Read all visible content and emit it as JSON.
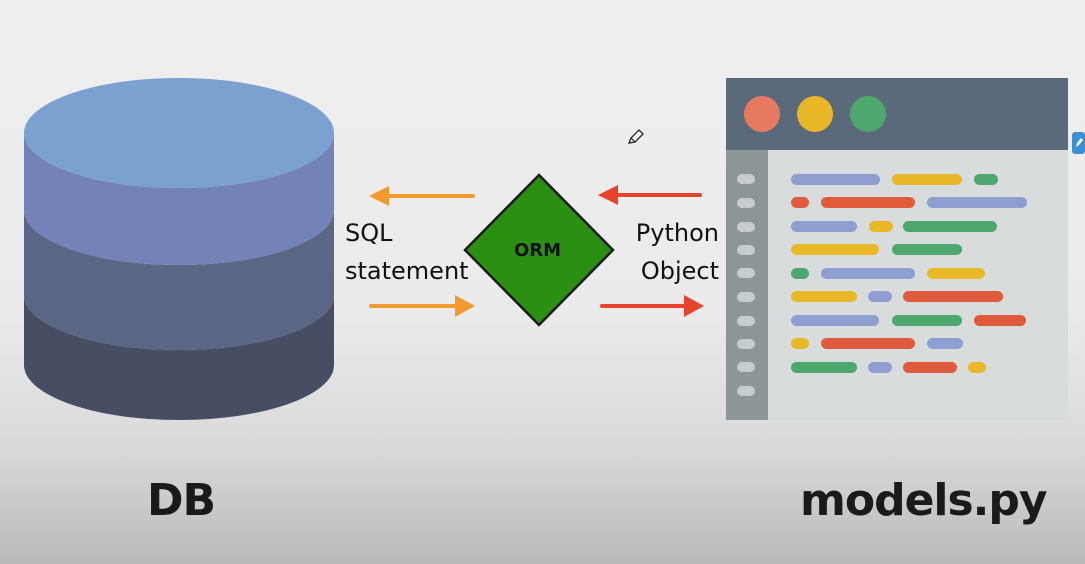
{
  "db": {
    "label": "DB",
    "layer_colors": [
      "#7a9fce",
      "#7383b8",
      "#5a6684",
      "#474d63"
    ]
  },
  "sql": {
    "line1": "SQL",
    "line2": "statement",
    "arrow_color": "#f29a2e"
  },
  "orm": {
    "label": "ORM",
    "fill": "#2b8f12"
  },
  "python": {
    "line1": "Python",
    "line2": "Object",
    "arrow_color": "#e8432d"
  },
  "code_window": {
    "caption": "models.py",
    "dots": [
      "#e97a62",
      "#e8b828",
      "#4ea76c"
    ],
    "titlebar_color": "#5a6a7a",
    "gutter_color": "#8c9698",
    "editor_color": "#d8dcdd"
  },
  "icons": [
    "pencil-cursor-icon",
    "side-tab-icon"
  ]
}
